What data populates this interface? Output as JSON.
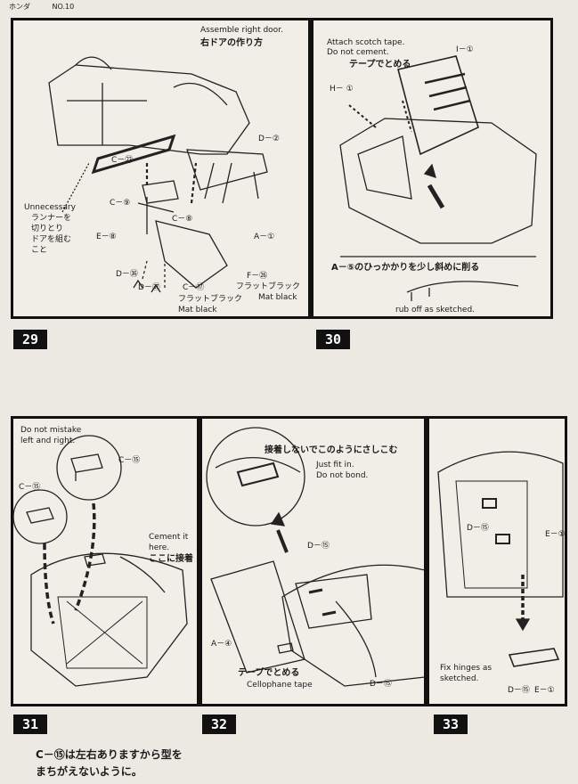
{
  "header": {
    "brand": "ホンダ",
    "page": "NO.10"
  },
  "steps": {
    "s29": {
      "number": "29",
      "title_en": "Assemble right door.",
      "title_jp": "右ドアの作り方",
      "labels": {
        "c22": "C－㉒",
        "c9": "C－⑨",
        "e8": "E－⑧",
        "c8": "C－⑧",
        "d2": "D－②",
        "a1": "A－①",
        "d36": "D－㊱",
        "d37": "D－㊲",
        "c17": "C－⑰",
        "f26": "F－㉖",
        "unnecessary": "Unnecessary",
        "runner_jp1": "ランナーを",
        "runner_jp2": "切りとり",
        "runner_jp3": "ドアを組む",
        "runner_jp4": "こと",
        "flat_black_f": "フラットブラック",
        "mat_black_f": "Mat black",
        "flat_black_c": "フラットブラック",
        "mat_black_c": "Mat black"
      }
    },
    "s30": {
      "number": "30",
      "labels": {
        "tape_en1": "Attach scotch tape.",
        "tape_en2": "Do not cement.",
        "tape_jp": "テープでとめる",
        "i1": "I－①",
        "h1": "H－ ①",
        "a5_jp": "A－⑤のひっかかりを少し斜めに削る",
        "rub_off": "rub off  as sketched."
      }
    },
    "s31": {
      "number": "31",
      "labels": {
        "mistake1": "Do not mistake",
        "mistake2": "left and right.",
        "c15a": "C－⑮",
        "c15b": "C－⑮",
        "cement1": "Cement it",
        "cement2": "here.",
        "cement_jp": "ここに接着"
      }
    },
    "s32": {
      "number": "32",
      "labels": {
        "fit_jp": "接着しないでこのようにさしこむ",
        "fit1": "Just fit in.",
        "fit2": "Do not bond.",
        "d15a": "D－⑮",
        "d15b": "D－⑮",
        "a4": "A－④",
        "tape_jp": "テープでとめる",
        "tape_en": "Cellophane tape"
      }
    },
    "s33": {
      "number": "33",
      "labels": {
        "d15": "D－⑮",
        "e1": "E－①",
        "fix1": "Fix hinges as",
        "fix2": "sketched.",
        "d15b": "D－⑮",
        "e1b": "E－①"
      }
    }
  },
  "bottom_note": {
    "line1": "C－⑮は左右ありますから型を",
    "line2": "まちがえないように。"
  }
}
